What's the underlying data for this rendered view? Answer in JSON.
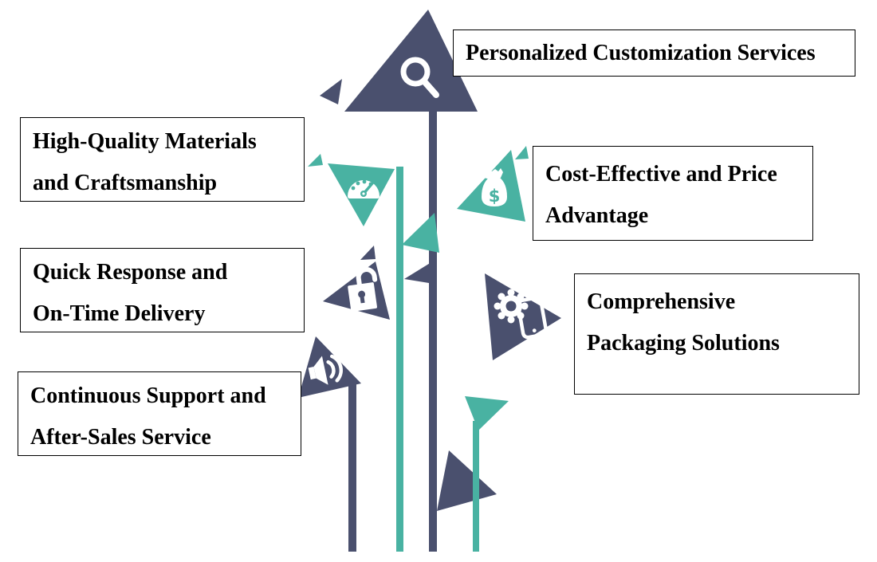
{
  "colors": {
    "dark": "#4A506E",
    "teal": "#49B2A2",
    "white": "#FFFFFF",
    "ink": "#000000",
    "border": "#000000",
    "background": "#FFFFFF"
  },
  "boxes": {
    "personalized": {
      "line1": "Personalized Customization Services"
    },
    "quality": {
      "line1": "High-Quality Materials",
      "line2": "and Craftsmanship"
    },
    "quick": {
      "line1": "Quick Response and",
      "line2": "On-Time Delivery"
    },
    "continuous": {
      "line1": "Continuous Support and",
      "line2": "After-Sales Service"
    },
    "cost": {
      "line1": "Cost-Effective and Price",
      "line2": "Advantage"
    },
    "comprehensive": {
      "line1": "Comprehensive",
      "line2": "Packaging Solutions"
    }
  },
  "icons": {
    "personalized": "search-icon",
    "quality": "speedometer-icon",
    "cost": "money-bag-icon",
    "quick": "open-padlock-icon",
    "comprehensive": "gear-smartphone-icon",
    "continuous": "speaker-icon",
    "money_bag_glyph": "$"
  }
}
